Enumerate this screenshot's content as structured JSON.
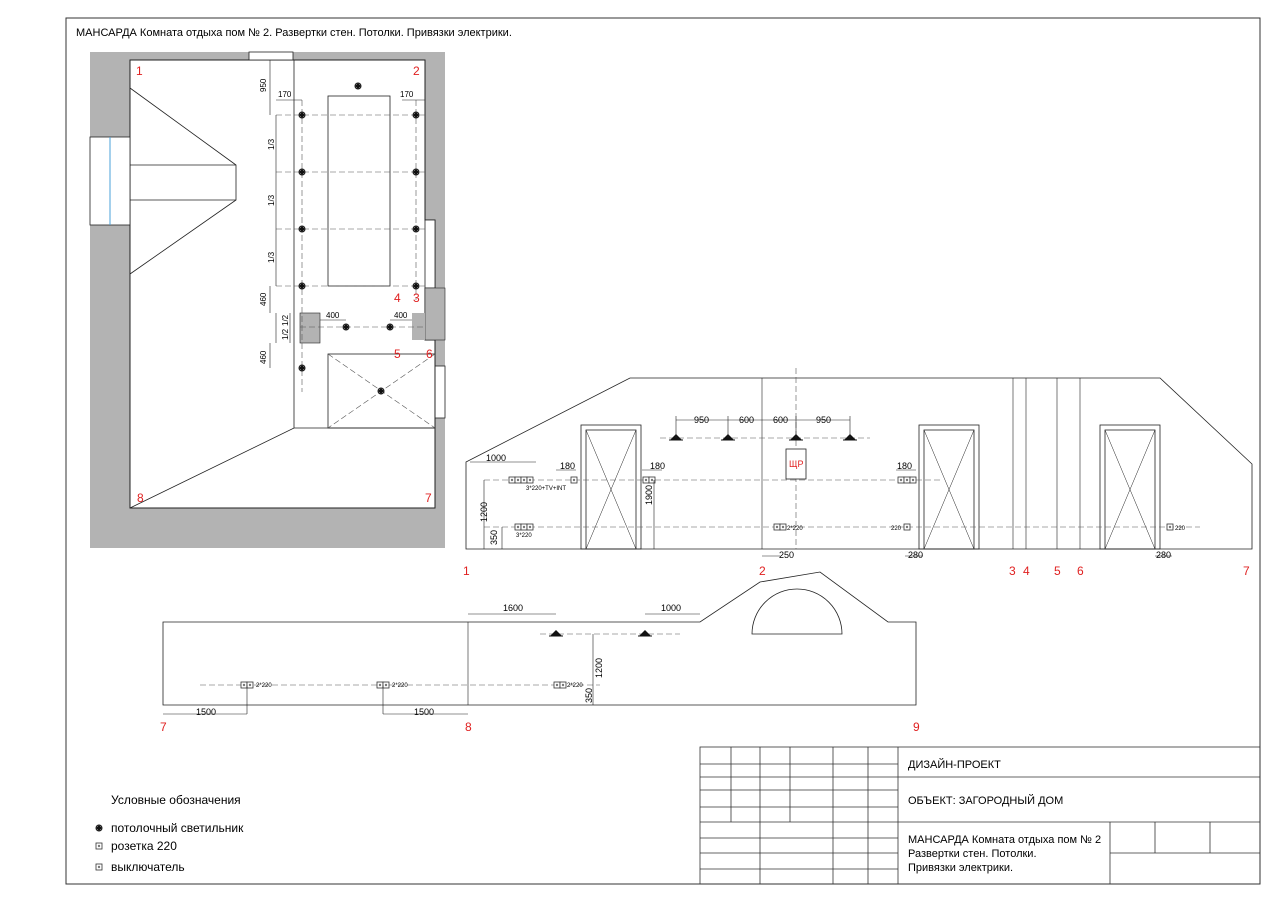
{
  "header": {
    "title": "МАНСАРДА  Комната отдыха пом  № 2. Развертки стен. Потолки. Привязки электрики."
  },
  "plan": {
    "corner_labels": [
      "1",
      "2",
      "4",
      "3",
      "5",
      "6",
      "8",
      "7"
    ],
    "dims": {
      "d950": "950",
      "d170a": "170",
      "d170b": "170",
      "third1": "1/3",
      "third2": "1/3",
      "third3": "1/3",
      "d460a": "460",
      "half1": "1/2",
      "half2": "1/2",
      "d400a": "400",
      "d400b": "400",
      "d460b": "460"
    }
  },
  "elevation1": {
    "axis_labels": [
      "1",
      "2",
      "3",
      "4",
      "5",
      "6",
      "7"
    ],
    "shr": "ЩР",
    "dims": {
      "d950a": "950",
      "d600a": "600",
      "d600b": "600",
      "d950b": "950",
      "d1000": "1000",
      "d180a": "180",
      "d180b": "180",
      "d180c": "180",
      "d1200": "1200",
      "d350": "350",
      "d1900": "1900",
      "d250": "250",
      "d280a": "280",
      "d280b": "280"
    },
    "outlets": {
      "o1": "3*220+TV+INT",
      "o2": "3*220",
      "o3": "2*220",
      "o4": "220",
      "o5": "220"
    }
  },
  "elevation2": {
    "axis_labels": [
      "7",
      "8",
      "9"
    ],
    "dims": {
      "d1600": "1600",
      "d1000": "1000",
      "d1200": "1200",
      "d350": "350",
      "d1500a": "1500",
      "d1500b": "1500"
    },
    "outlets": {
      "o1": "2*220",
      "o2": "2*220",
      "o3": "2*220"
    }
  },
  "legend": {
    "title": "Условные обозначения",
    "items": [
      "потолочный светильник",
      "розетка 220",
      "выключатель"
    ]
  },
  "title_block": {
    "project": "ДИЗАЙН-ПРОЕКТ",
    "object": "ОБЪЕКТ: ЗАГОРОДНЫЙ ДОМ",
    "description_line1": "МАНСАРДА  Комната отдыха пом  № 2",
    "description_line2": "Развертки стен. Потолки.",
    "description_line3": "Привязки электрики."
  },
  "colors": {
    "wall_fill": "#b3b3b3",
    "line": "#222222",
    "dash": "#555555",
    "axis_label": "#e02020",
    "window_line": "#4aa0d8"
  }
}
